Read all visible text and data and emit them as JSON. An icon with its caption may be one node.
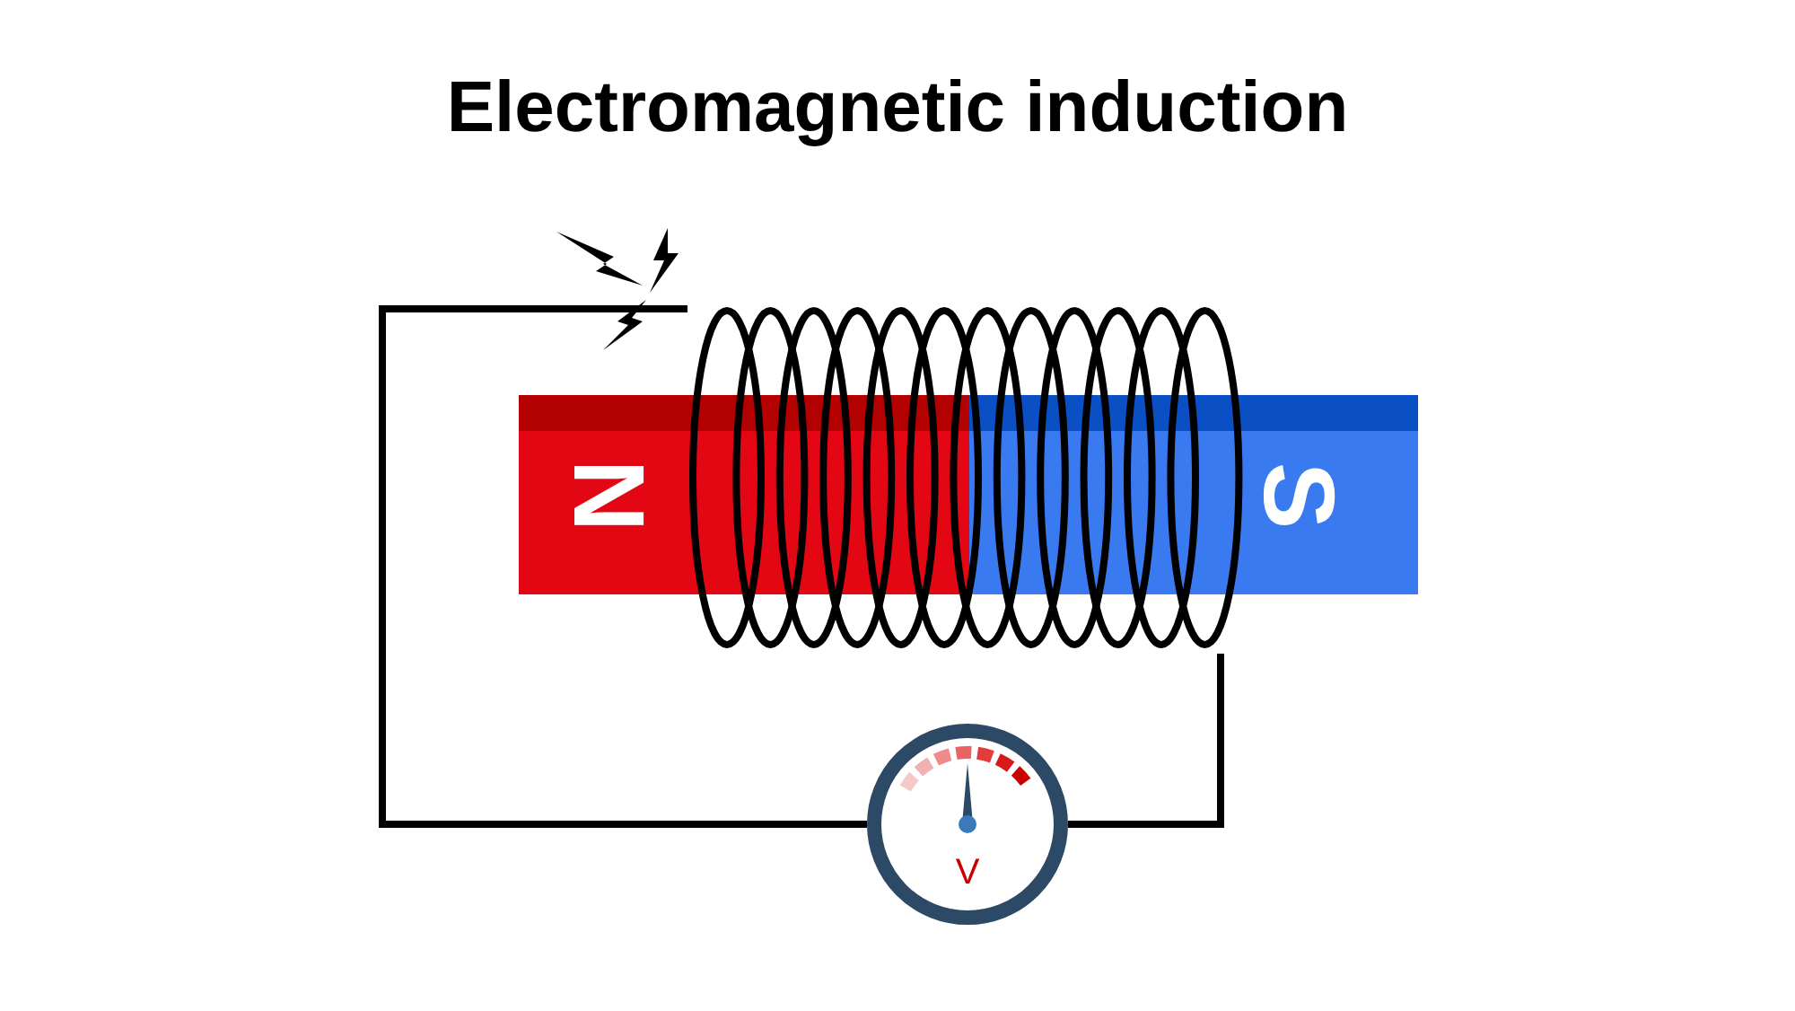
{
  "diagram": {
    "title": "Electromagnetic induction",
    "nodes": [
      {
        "text": [
          "N"
        ]
      },
      {
        "text": [
          "S"
        ]
      },
      {
        "text": [
          "V"
        ]
      },
      {
        "text": [],
        "shape": "picture"
      }
    ],
    "edges": [
      {
        "from": 3,
        "to": 2,
        "arrow": "none"
      },
      {
        "from": 2,
        "to": 3,
        "arrow": "none"
      }
    ]
  }
}
